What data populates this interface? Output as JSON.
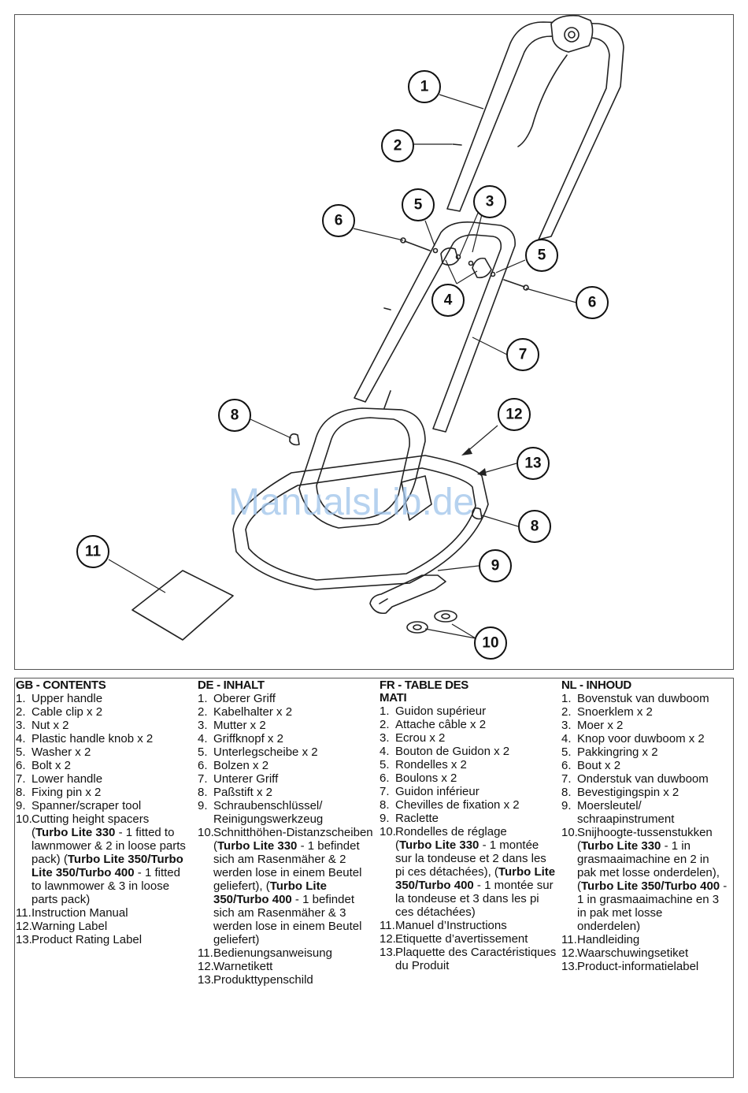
{
  "watermark": "ManualsLib.de",
  "callouts": [
    "1",
    "2",
    "3",
    "4",
    "5",
    "5",
    "6",
    "6",
    "7",
    "8",
    "8",
    "9",
    "10",
    "11",
    "12",
    "13"
  ],
  "columns": [
    {
      "heading": "GB - CONTENTS",
      "items": [
        {
          "n": "1.",
          "t": "Upper handle"
        },
        {
          "n": "2.",
          "t": "Cable clip x 2"
        },
        {
          "n": "3.",
          "t": "Nut x 2"
        },
        {
          "n": "4.",
          "t": "Plastic handle knob x 2"
        },
        {
          "n": "5.",
          "t": "Washer x 2"
        },
        {
          "n": "6.",
          "t": "Bolt x 2"
        },
        {
          "n": "7.",
          "t": "Lower handle"
        },
        {
          "n": "8.",
          "t": "Fixing pin x 2"
        },
        {
          "n": "9.",
          "t": "Spanner/scraper tool"
        },
        {
          "n": "10.",
          "t": "Cutting height spacers",
          "sub": [
            {
              "b": "Turbo Lite 330",
              "t": " - 1 fitted to lawnmower & 2 in loose parts pack)"
            },
            {
              "b": "Turbo Lite 350/Turbo Lite 350/Turbo 400",
              "t": " - 1 fitted to lawnmower & 3 in loose parts pack)"
            }
          ]
        },
        {
          "n": "11.",
          "t": "Instruction Manual"
        },
        {
          "n": "12.",
          "t": "Warning Label"
        },
        {
          "n": "13.",
          "t": "Product Rating Label"
        }
      ]
    },
    {
      "heading": "DE - INHALT",
      "items": [
        {
          "n": "1.",
          "t": "Oberer Griff"
        },
        {
          "n": "2.",
          "t": "Kabelhalter x 2"
        },
        {
          "n": "3.",
          "t": "Mutter x 2"
        },
        {
          "n": "4.",
          "t": "Griffknopf x 2"
        },
        {
          "n": "5.",
          "t": "Unterlegscheibe x 2"
        },
        {
          "n": "6.",
          "t": "Bolzen x 2"
        },
        {
          "n": "7.",
          "t": "Unterer Griff"
        },
        {
          "n": "8.",
          "t": "Paßstift x 2"
        },
        {
          "n": "9.",
          "t": "Schraubenschlüssel/ Reinigungswerkzeug"
        },
        {
          "n": "10.",
          "t": "Schnitthöhen-Distanzscheiben",
          "sub": [
            {
              "b": "Turbo Lite 330",
              "t": " - 1 befindet sich am Rasenmäher & 2 werden lose in einem Beutel geliefert)"
            },
            {
              "b": "Turbo Lite 350/Turbo 400",
              "t": " - 1 befindet sich am Rasenmäher & 3 werden lose in einem Beutel geliefert)"
            }
          ]
        },
        {
          "n": "11.",
          "t": "Bedienungsanweisung"
        },
        {
          "n": "12.",
          "t": "Warnetikett"
        },
        {
          "n": "13.",
          "t": "Produkttypenschild"
        }
      ]
    },
    {
      "heading": "FR - TABLE DES MATI",
      "items": [
        {
          "n": "1.",
          "t": "Guidon supérieur"
        },
        {
          "n": "2.",
          "t": "Attache câble x 2"
        },
        {
          "n": "3.",
          "t": "Ecrou x 2"
        },
        {
          "n": "4.",
          "t": "Bouton de Guidon x 2"
        },
        {
          "n": "5.",
          "t": "Rondelles x 2"
        },
        {
          "n": "6.",
          "t": "Boulons x 2"
        },
        {
          "n": "7.",
          "t": "Guidon inférieur"
        },
        {
          "n": "8.",
          "t": "Chevilles de fixation x 2"
        },
        {
          "n": "9.",
          "t": "Raclette"
        },
        {
          "n": "10.",
          "t": "Rondelles de réglage",
          "sub": [
            {
              "b": "Turbo Lite 330",
              "t": " - 1 montée sur la tondeuse et 2 dans les pi ces détachées),"
            },
            {
              "b": "Turbo Lite 350/Turbo 400",
              "t": " - 1 montée sur la tondeuse et 3 dans les pi ces détachées)"
            }
          ]
        },
        {
          "n": "11.",
          "t": "Manuel d’Instructions"
        },
        {
          "n": "12.",
          "t": "Etiquette d’avertissement"
        },
        {
          "n": "13.",
          "t": "Plaquette des Caractéristiques du Produit"
        }
      ]
    },
    {
      "heading": "NL - INHOUD",
      "items": [
        {
          "n": "1.",
          "t": "Bovenstuk van duwboom"
        },
        {
          "n": "2.",
          "t": "Snoerklem x 2"
        },
        {
          "n": "3.",
          "t": "Moer x 2"
        },
        {
          "n": "4.",
          "t": "Knop voor duwboom x 2"
        },
        {
          "n": "5.",
          "t": "Pakkingring x 2"
        },
        {
          "n": "6.",
          "t": "Bout x 2"
        },
        {
          "n": "7.",
          "t": "Onderstuk van duwboom"
        },
        {
          "n": "8.",
          "t": "Bevestigingspin x 2"
        },
        {
          "n": "9.",
          "t": "Moersleutel/ schraapinstrument"
        },
        {
          "n": "10.",
          "t": "Snijhoogte-tussenstukken",
          "sub": [
            {
              "b": "Turbo Lite 330",
              "t": " - 1 in grasmaaimachine en 2 in pak met losse onderdelen),"
            },
            {
              "b": "Turbo Lite 350/Turbo 400",
              "t": " - 1 in grasmaaimachine en 3 in pak met losse onderdelen)"
            }
          ]
        },
        {
          "n": "11.",
          "t": "Handleiding"
        },
        {
          "n": "12.",
          "t": "Waarschuwingsetiket"
        },
        {
          "n": "13.",
          "t": "Product-informatielabel"
        }
      ]
    }
  ]
}
